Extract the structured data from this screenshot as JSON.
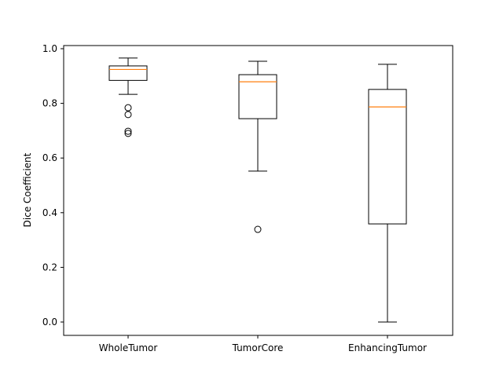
{
  "chart_data": {
    "type": "boxplot",
    "title": "",
    "xlabel": "",
    "ylabel": "Dice Coefficient",
    "ylim": [
      -0.05,
      1.02
    ],
    "yticks": [
      "0.0",
      "0.2",
      "0.4",
      "0.6",
      "0.8",
      "1.0"
    ],
    "grid": false,
    "colors": {
      "box": "#000000",
      "median": "#ff7f0e"
    },
    "categories": [
      "WholeTumor",
      "TumorCore",
      "EnhancingTumor"
    ],
    "boxes": [
      {
        "whislo": 0.833,
        "q1": 0.884,
        "med": 0.924,
        "q3": 0.937,
        "whishi": 0.966,
        "fliers": [
          0.784,
          0.759,
          0.698,
          0.69
        ]
      },
      {
        "whislo": 0.552,
        "q1": 0.744,
        "med": 0.879,
        "q3": 0.905,
        "whishi": 0.954,
        "fliers": [
          0.339
        ]
      },
      {
        "whislo": 0.0,
        "q1": 0.359,
        "med": 0.787,
        "q3": 0.851,
        "whishi": 0.943,
        "fliers": []
      }
    ]
  }
}
